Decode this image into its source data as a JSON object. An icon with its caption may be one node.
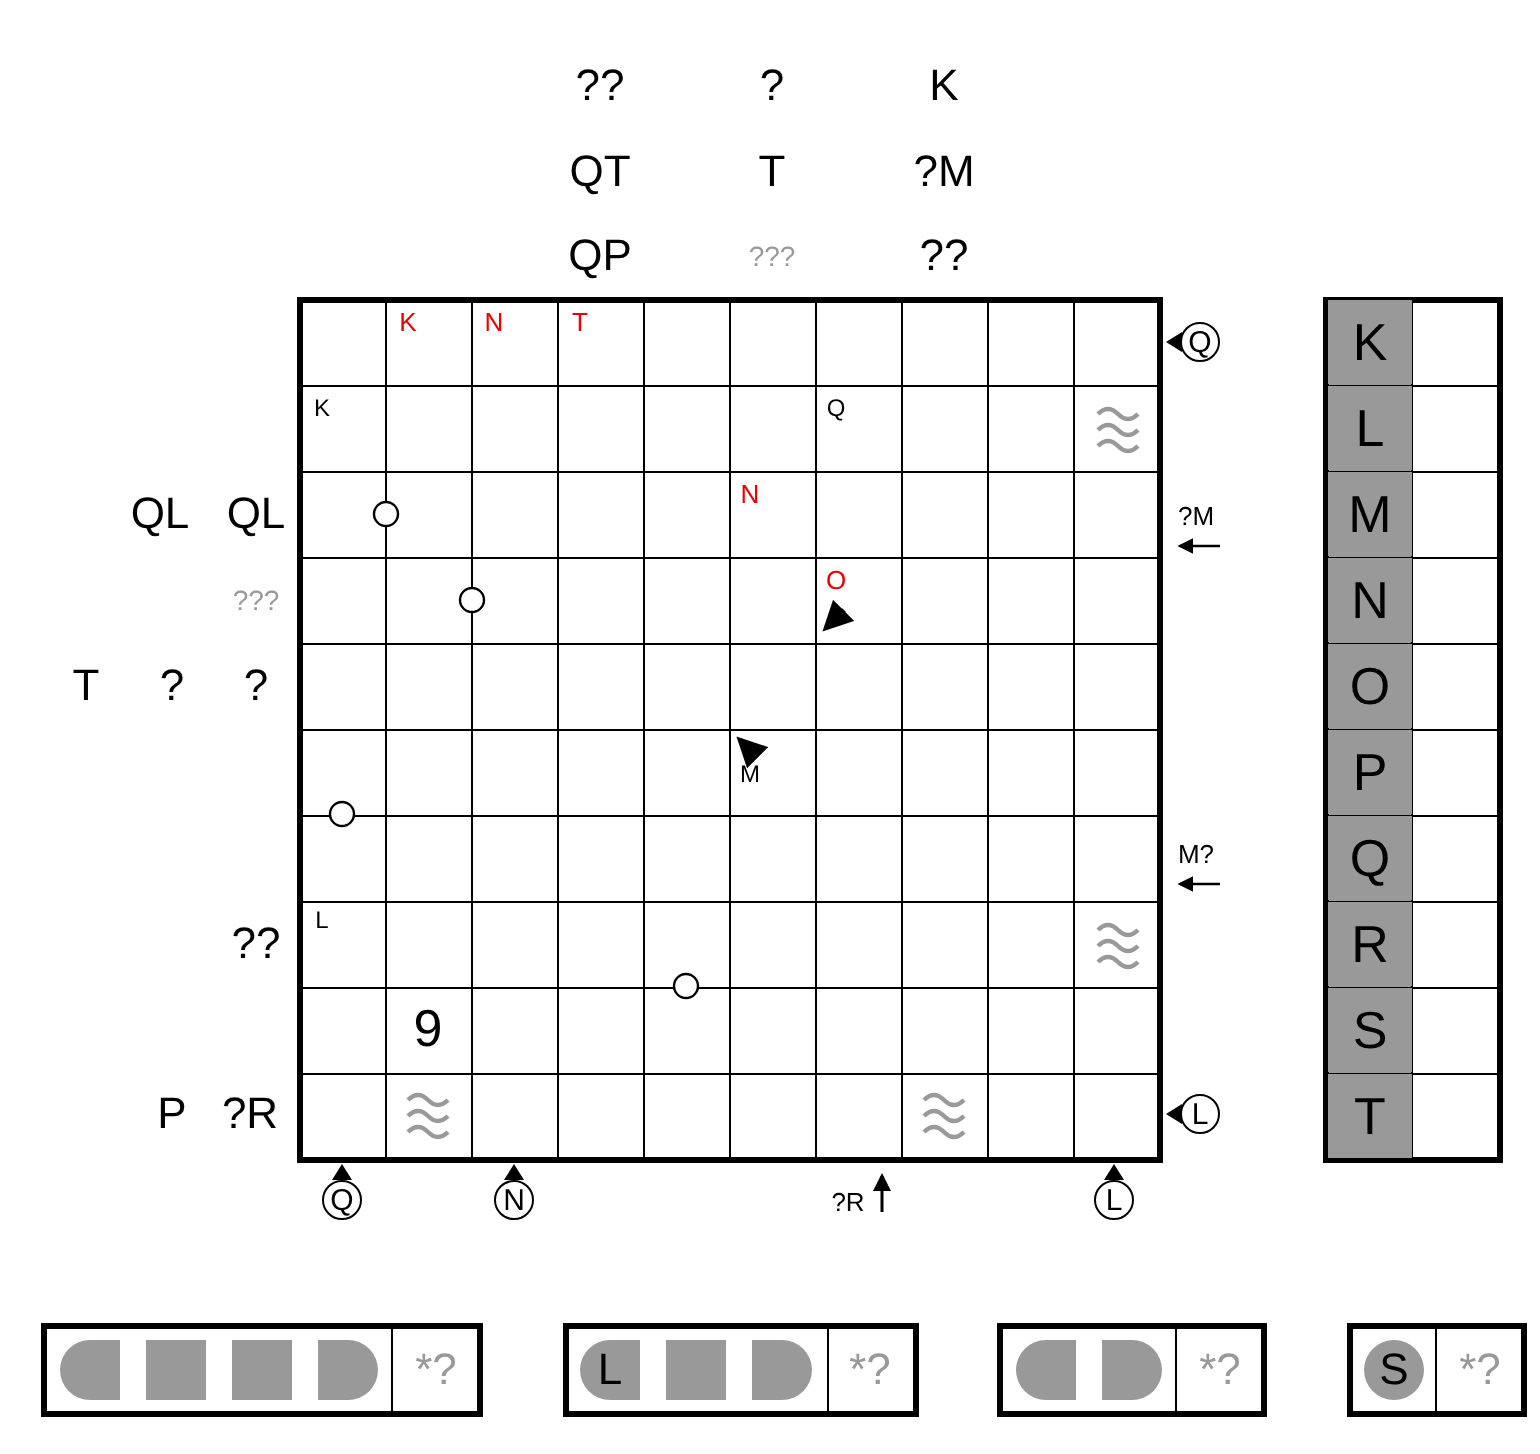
{
  "diagram": {
    "labels": [
      "??",
      "?",
      "K",
      "QT",
      "T",
      "?M",
      "QP",
      "???",
      "??",
      "K",
      "N",
      "T",
      "Q",
      "K",
      "Q",
      "QL",
      "QL",
      "N",
      "?M",
      "???",
      "O",
      "T",
      "?",
      "?",
      "M",
      "M?",
      "??",
      "L",
      "9",
      "P",
      "?R",
      "L",
      "Q",
      "N",
      "?R",
      "L",
      "K",
      "L",
      "M",
      "N",
      "O",
      "P",
      "Q",
      "R",
      "S",
      "T",
      "*?",
      "L",
      "*?",
      "*?",
      "S",
      "*?"
    ]
  }
}
